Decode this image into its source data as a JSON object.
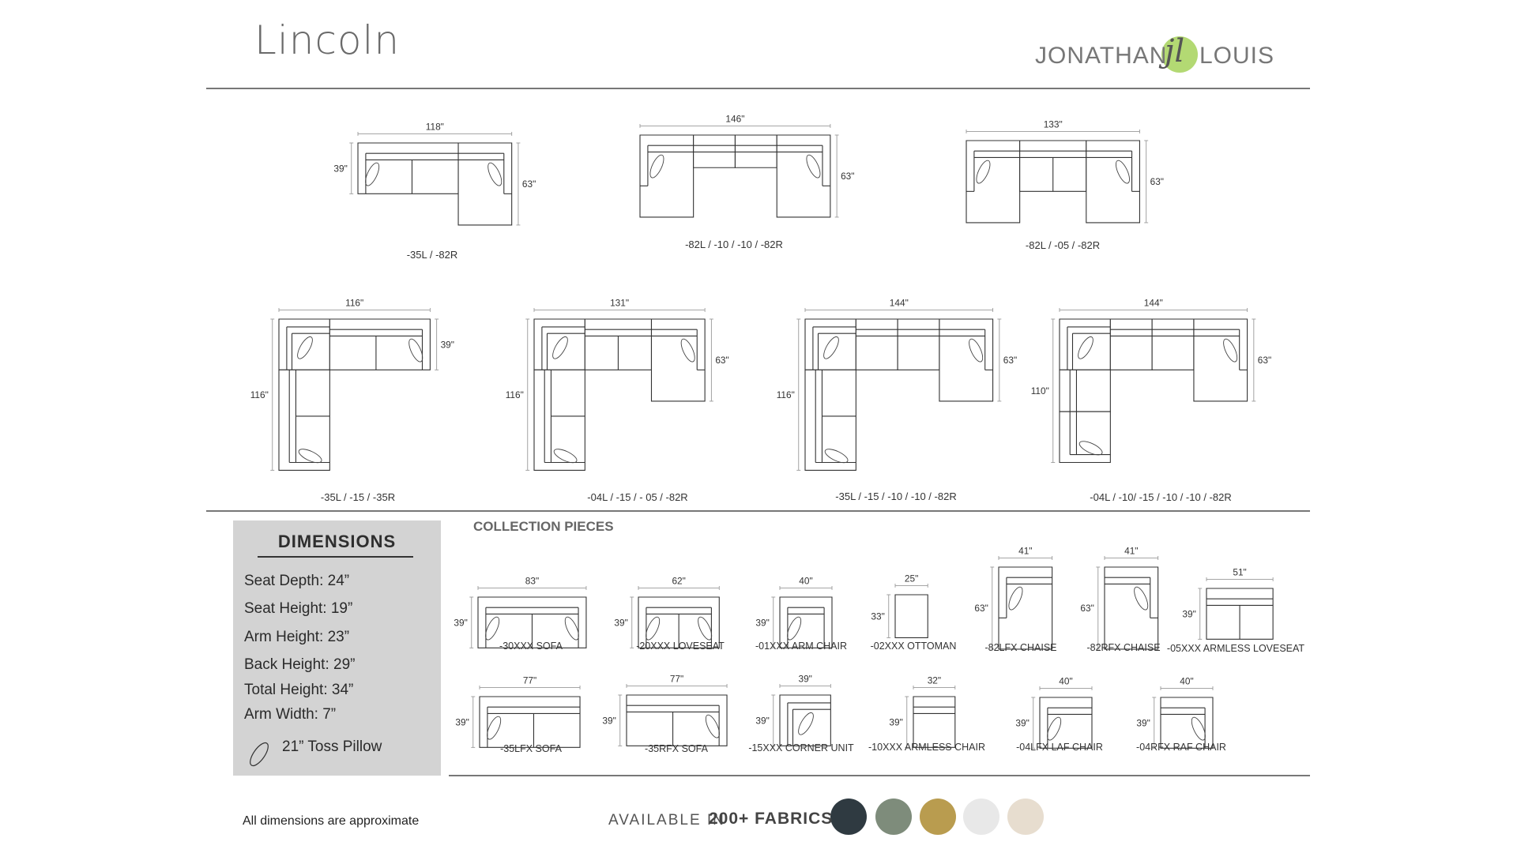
{
  "header": {
    "title": "Lincoln",
    "logo": {
      "left": "JONATHAN",
      "monogram": "jl",
      "right": "LOUIS"
    }
  },
  "configurations": [
    {
      "label": "-35L / -82R",
      "dims": [
        "118\"",
        "39\"",
        "63\""
      ]
    },
    {
      "label": "-82L / -10 / -10 / -82R",
      "dims": [
        "146\"",
        "63\""
      ]
    },
    {
      "label": "-82L / -05 / -82R",
      "dims": [
        "133\"",
        "63\""
      ]
    },
    {
      "label": "-35L / -15 / -35R",
      "dims": [
        "116\"",
        "39\"",
        "116\""
      ]
    },
    {
      "label": "-04L / -15 / - 05 / -82R",
      "dims": [
        "131\"",
        "63\"",
        "116\""
      ]
    },
    {
      "label": "-35L / -15 / -10 / -10 / -82R",
      "dims": [
        "144\"",
        "63\"",
        "116\""
      ]
    },
    {
      "label": "-04L / -10/ -15 / -10 / -10 / -82R",
      "dims": [
        "144\"",
        "63\"",
        "110\""
      ]
    }
  ],
  "dimensions": {
    "title": "DIMENSIONS",
    "specs": [
      "Seat Depth: 24”",
      "Seat Height: 19”",
      "Arm Height: 23”",
      "Back Height: 29”",
      "Total Height: 34”",
      "Arm Width: 7”"
    ],
    "pillow": "21” Toss Pillow"
  },
  "collection_title": "COLLECTION PIECES",
  "pieces": [
    {
      "label": "-30XXX SOFA",
      "width": "83\"",
      "depth": "39\""
    },
    {
      "label": "-20XXX LOVESEAT",
      "width": "62\"",
      "depth": "39\""
    },
    {
      "label": "-01XXX ARM CHAIR",
      "width": "40\"",
      "depth": "39\""
    },
    {
      "label": "-02XXX OTTOMAN",
      "width": "25\"",
      "depth": "33\""
    },
    {
      "label": "-82LFX CHAISE",
      "width": "41\"",
      "depth": "63\""
    },
    {
      "label": "-82RFX CHAISE",
      "width": "41\"",
      "depth": "63\""
    },
    {
      "label": "-05XXX ARMLESS LOVESEAT",
      "width": "51\"",
      "depth": "39\""
    },
    {
      "label": "-35LFX SOFA",
      "width": "77\"",
      "depth": "39\""
    },
    {
      "label": "-35RFX SOFA",
      "width": "77\"",
      "depth": "39\""
    },
    {
      "label": "-15XXX CORNER UNIT",
      "width": "39\"",
      "depth": "39\""
    },
    {
      "label": "-10XXX ARMLESS CHAIR",
      "width": "32\"",
      "depth": "39\""
    },
    {
      "label": "-04LFX LAF CHAIR",
      "width": "40\"",
      "depth": "39\""
    },
    {
      "label": "-04RFX RAF CHAIR",
      "width": "40\"",
      "depth": "39\""
    }
  ],
  "footer": {
    "note": "All dimensions are approximate",
    "available": "AVAILABLE IN",
    "fabrics": "200+ FABRICS"
  },
  "swatches": [
    "#2f3a41",
    "#7e8c7b",
    "#b99c4f",
    "#e8e8e8",
    "#e7ddcf"
  ]
}
